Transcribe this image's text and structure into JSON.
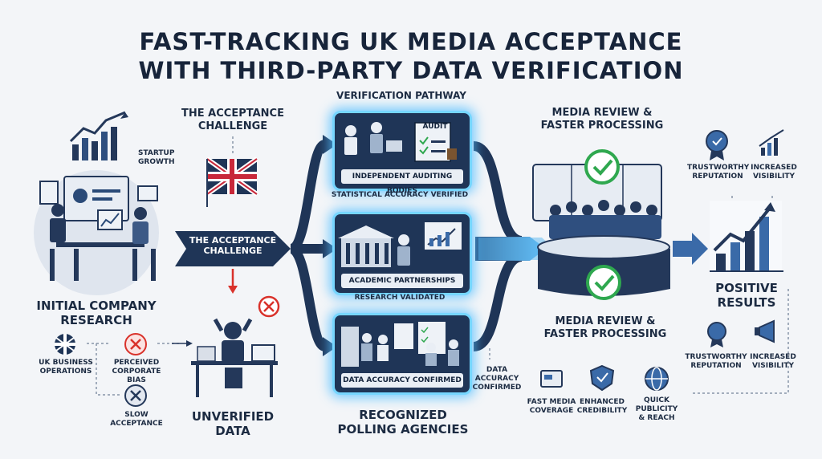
{
  "title_line1": "FAST-TRACKING UK MEDIA ACCEPTANCE",
  "title_line2": "WITH THIRD-PARTY DATA VERIFICATION",
  "left": {
    "startup_growth": "STARTUP GROWTH",
    "initial_research": "INITIAL COMPANY RESEARCH",
    "uk_business": "UK BUSINESS OPERATIONS",
    "perceived_bias": "PERCEIVED CORPORATE BIAS",
    "slow_acceptance": "SLOW ACCEPTANCE",
    "unverified": "UNVERIFIED DATA"
  },
  "challenge": {
    "heading": "THE ACCEPTANCE CHALLENGE",
    "arrow_label": "THE ACCEPTANCE CHALLENGE"
  },
  "pathway": {
    "heading": "VERIFICATION PATHWAY",
    "card1_caption": "INDEPENDENT AUDITING BODIES",
    "card1_audit": "AUDIT",
    "card1_below": "STATISTICAL ACCURACY VERIFIED",
    "card2_caption": "ACADEMIC PARTNERSHIPS",
    "card2_below": "RESEARCH VALIDATED",
    "card3_caption": "DATA ACCURACY CONFIRMED",
    "side_label": "DATA ACCURACY CONFIRMED",
    "recognized": "RECOGNIZED POLLING AGENCIES"
  },
  "media": {
    "top_heading": "MEDIA REVIEW & FASTER PROCESSING",
    "bottom_heading": "MEDIA REVIEW & FASTER PROCESSING",
    "fast_media": "FAST MEDIA COVERAGE",
    "enhanced": "ENHANCED CREDIBILITY",
    "quick": "QUICK PUBLICITY & REACH"
  },
  "results": {
    "trust_top": "TRUSTWORTHY REPUTATION",
    "vis_top": "INCREASED VISIBILITY",
    "positive": "POSITIVE RESULTS",
    "trust_bottom": "TRUSTWORTHY REPUTATION",
    "vis_bottom": "INCREASED VISIBILITY"
  },
  "colors": {
    "navy": "#1f3557",
    "glow": "#76d6ff",
    "check_green": "#2fa84f",
    "alert_red": "#d9322b"
  }
}
